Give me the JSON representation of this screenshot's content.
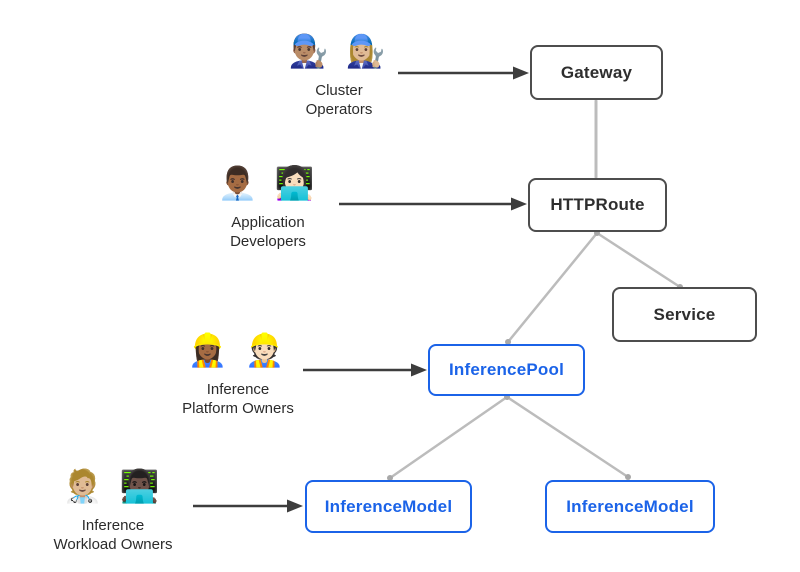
{
  "diagram": {
    "personas": [
      {
        "emoji": "👨🏽‍🔧 👩🏼‍🔧",
        "line1": "Cluster",
        "line2": "Operators",
        "points_to": "Gateway"
      },
      {
        "emoji": "👨🏾‍💼 👩🏻‍💻",
        "line1": "Application",
        "line2": "Developers",
        "points_to": "HTTPRoute"
      },
      {
        "emoji": "👷🏾‍♀️ 👷🏻",
        "line1": "Inference",
        "line2": "Platform Owners",
        "points_to": "InferencePool"
      },
      {
        "emoji": "🧑🏼‍⚕️ 👨🏿‍💻",
        "line1": "Inference",
        "line2": "Workload Owners",
        "points_to": "InferenceModel"
      }
    ],
    "nodes": [
      {
        "label": "Gateway",
        "style": "dark"
      },
      {
        "label": "HTTPRoute",
        "style": "dark"
      },
      {
        "label": "Service",
        "style": "dark"
      },
      {
        "label": "InferencePool",
        "style": "blue"
      },
      {
        "label": "InferenceModel",
        "style": "blue"
      },
      {
        "label": "InferenceModel",
        "style": "blue"
      }
    ],
    "edges": [
      {
        "from": "Gateway",
        "to": "HTTPRoute"
      },
      {
        "from": "HTTPRoute",
        "to": "Service"
      },
      {
        "from": "HTTPRoute",
        "to": "InferencePool"
      },
      {
        "from": "InferencePool",
        "to": "InferenceModel (left)"
      },
      {
        "from": "InferencePool",
        "to": "InferenceModel (right)"
      }
    ],
    "actor_edges": [
      {
        "from": "Cluster Operators",
        "to": "Gateway"
      },
      {
        "from": "Application Developers",
        "to": "HTTPRoute"
      },
      {
        "from": "Inference Platform Owners",
        "to": "InferencePool"
      },
      {
        "from": "Inference Workload Owners",
        "to": "InferenceModel (left)"
      }
    ],
    "colors": {
      "node_border_dark": "#4d4d4d",
      "node_text_dark": "#2e2e2e",
      "accent_blue": "#1b63e8",
      "connector_gray": "#bcbcbc",
      "arrow_dark": "#3d3d3d",
      "background": "#ffffff",
      "label_text": "#2b2b2b"
    }
  }
}
